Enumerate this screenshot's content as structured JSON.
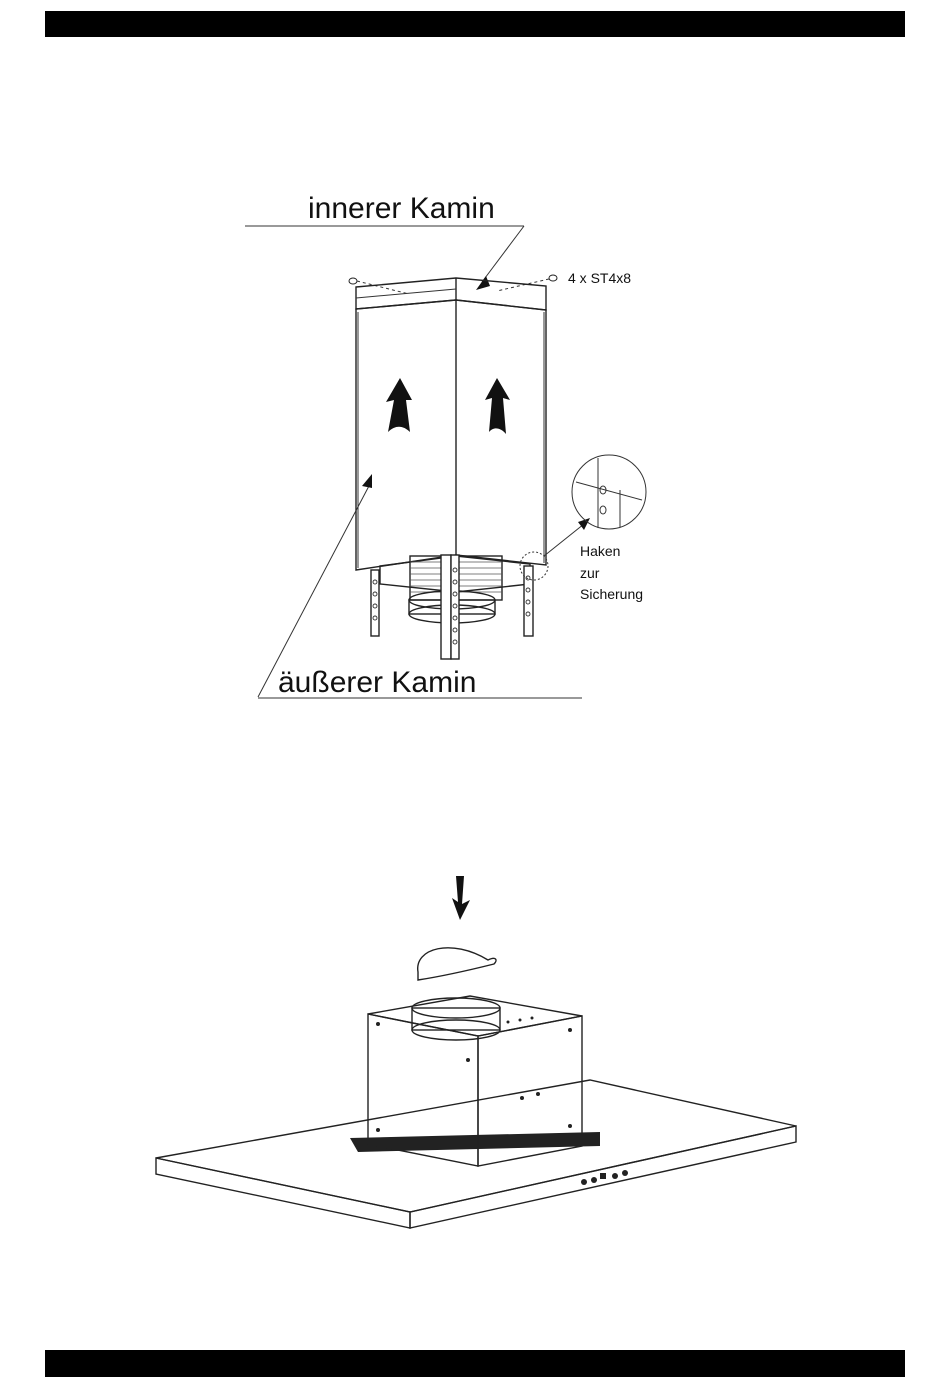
{
  "figure1": {
    "label_inner": "innerer Kamin",
    "label_outer": "äußerer Kamin",
    "label_screws": "4 x ST4x8",
    "label_hook_line1": "Haken",
    "label_hook_line2": "zur",
    "label_hook_line3": "Sicherung"
  },
  "colors": {
    "ink": "#111111",
    "bar": "#000000",
    "paper": "#ffffff"
  }
}
